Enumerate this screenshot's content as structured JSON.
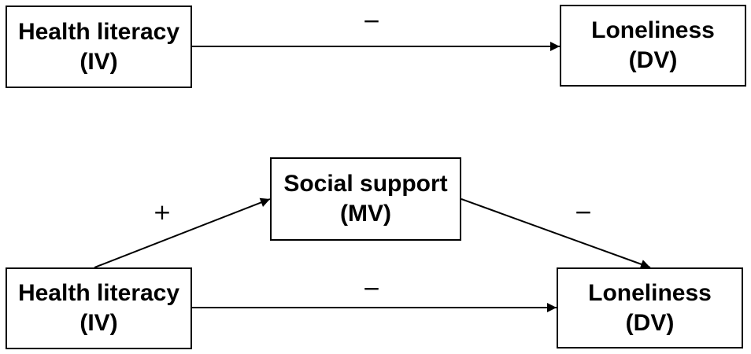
{
  "colors": {
    "stroke": "#000000",
    "box_fill": "#ffffff",
    "text": "#000000"
  },
  "top_model": {
    "iv": {
      "name": "Health literacy",
      "role": "(IV)"
    },
    "dv": {
      "name": "Loneliness",
      "role": "(DV)"
    },
    "path_sign": "−"
  },
  "bottom_model": {
    "iv": {
      "name": "Health literacy",
      "role": "(IV)"
    },
    "mv": {
      "name": "Social support",
      "role": "(MV)"
    },
    "dv": {
      "name": "Loneliness",
      "role": "(DV)"
    },
    "iv_to_mv_sign": "+",
    "mv_to_dv_sign": "−",
    "iv_to_dv_sign": "−"
  }
}
